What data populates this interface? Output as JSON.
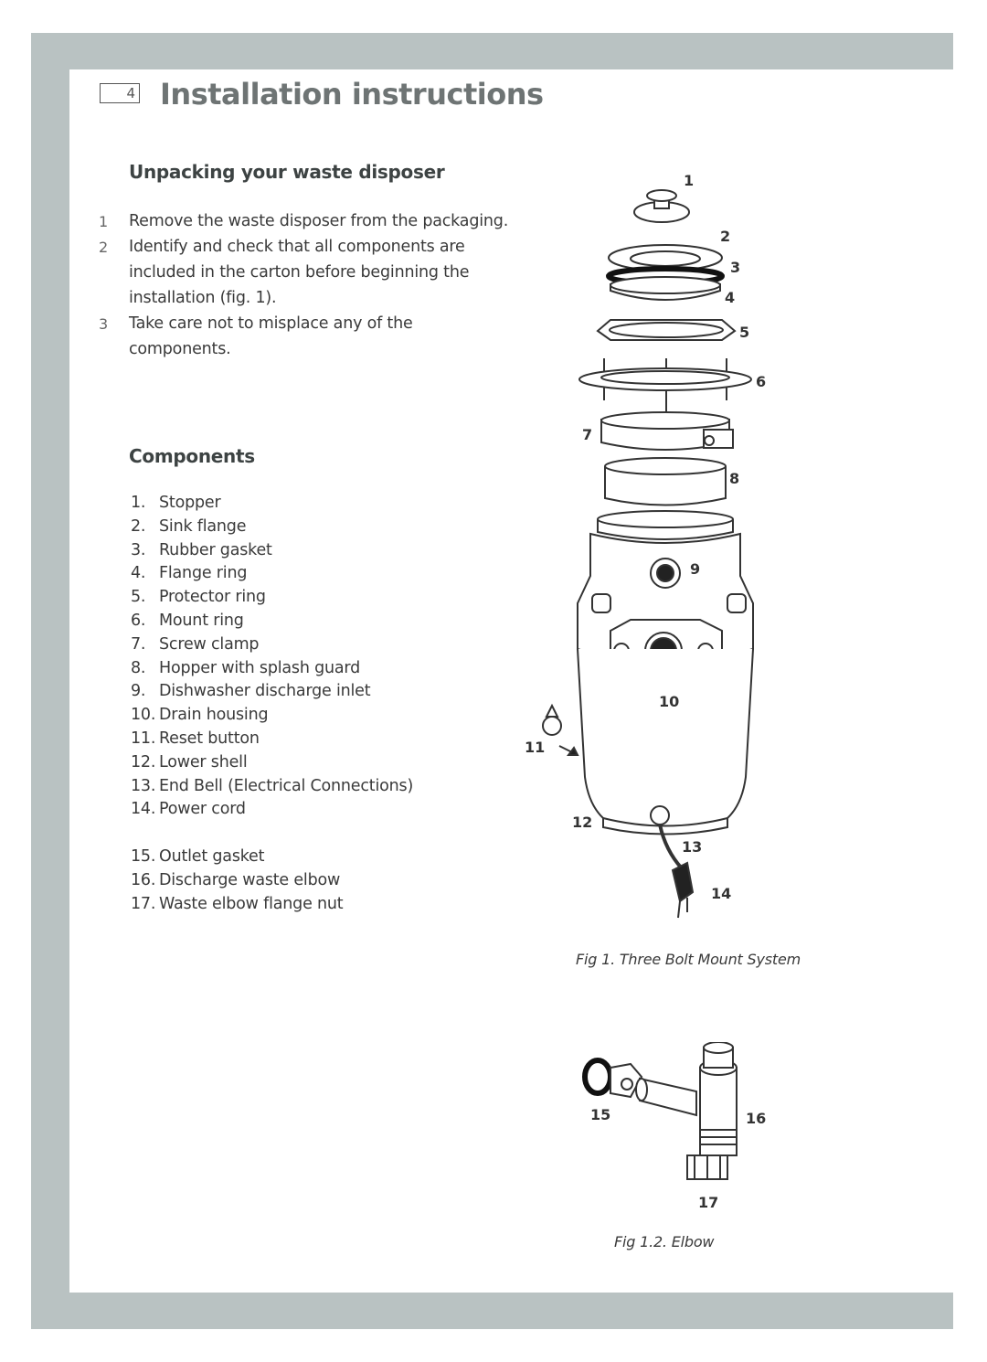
{
  "header": {
    "page_number": "4",
    "title": "Installation instructions"
  },
  "unpacking": {
    "heading": "Unpacking your waste disposer",
    "steps": [
      {
        "num": "1",
        "text": "Remove the waste disposer from the packaging."
      },
      {
        "num": "2",
        "text": "Identify and check that all components are included in the carton before beginning the installation (fig. 1)."
      },
      {
        "num": "3",
        "text": "Take care not to misplace any of the components."
      }
    ]
  },
  "components": {
    "heading": "Components",
    "items": [
      {
        "num": "1.",
        "label": "Stopper"
      },
      {
        "num": "2.",
        "label": "Sink flange"
      },
      {
        "num": "3.",
        "label": "Rubber gasket"
      },
      {
        "num": "4.",
        "label": "Flange ring"
      },
      {
        "num": "5.",
        "label": "Protector ring"
      },
      {
        "num": "6.",
        "label": "Mount ring"
      },
      {
        "num": "7.",
        "label": "Screw clamp"
      },
      {
        "num": "8.",
        "label": "Hopper with splash guard"
      },
      {
        "num": "9.",
        "label": "Dishwasher discharge inlet"
      },
      {
        "num": "10.",
        "label": "Drain housing"
      },
      {
        "num": "11.",
        "label": "Reset button"
      },
      {
        "num": "12.",
        "label": "Lower shell"
      },
      {
        "num": "13.",
        "label": "End Bell (Electrical Connections)"
      },
      {
        "num": "14.",
        "label": "Power cord"
      },
      {
        "num": "15.",
        "label": "Outlet gasket"
      },
      {
        "num": "16.",
        "label": "Discharge waste elbow"
      },
      {
        "num": "17.",
        "label": "Waste elbow flange nut"
      }
    ]
  },
  "figure1": {
    "caption": "Fig 1. Three Bolt Mount System",
    "callouts": [
      "1",
      "2",
      "3",
      "4",
      "5",
      "6",
      "7",
      "8",
      "9",
      "10",
      "11",
      "12",
      "13",
      "14"
    ]
  },
  "figure2": {
    "caption": "Fig 1.2. Elbow",
    "callouts": [
      "15",
      "16",
      "17"
    ]
  }
}
